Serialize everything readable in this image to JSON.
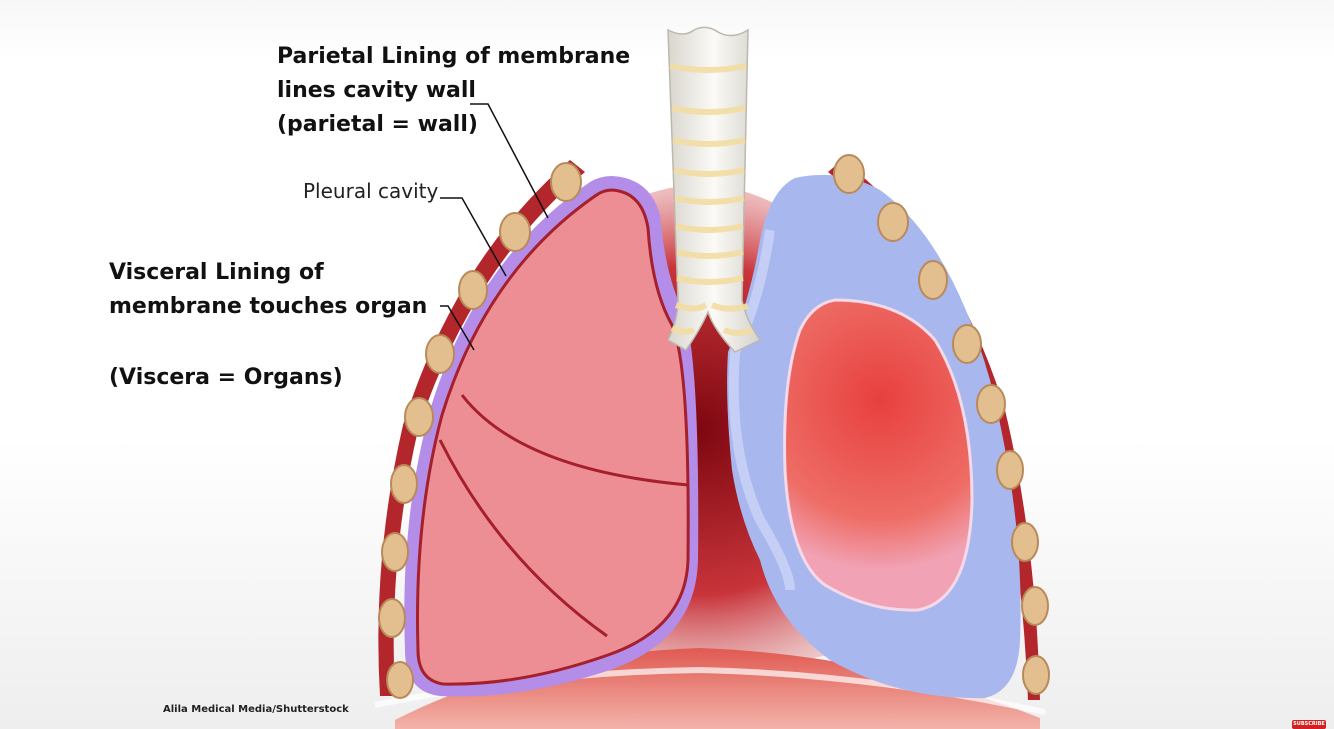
{
  "labels": {
    "parietal": [
      "Parietal Lining of membrane",
      "lines cavity wall",
      "(parietal = wall)"
    ],
    "pleural_cavity": "Pleural cavity",
    "visceral": [
      "Visceral Lining of",
      "membrane touches organ"
    ],
    "viscera": "(Viscera = Organs)"
  },
  "credit": "Alila Medical Media/Shutterstock",
  "subscribe_badge": "SUBSCRIBE",
  "colors": {
    "rib_fill": "#e3bf8f",
    "rib_stroke": "#b88a5a",
    "chest_wall": "#b3262b",
    "lung_fill": "#ec8e94",
    "lung_outline": "#a5202b",
    "pleura_left": "#b48de8",
    "pleura_right": "#a9b7ef",
    "trachea": "#f1efe8",
    "cartilage": "#f3dda2",
    "diaphragm": "#e56a5e"
  }
}
